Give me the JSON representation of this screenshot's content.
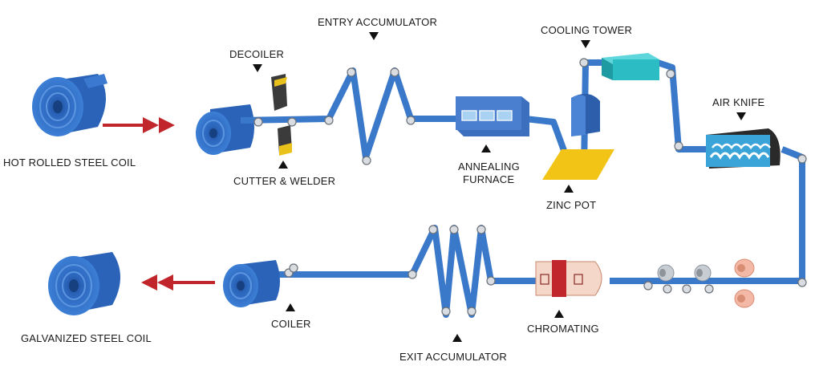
{
  "colors": {
    "strip": "#3a78c9",
    "strip_dark": "#22559a",
    "coil": "#2f6fc8",
    "arrow": "#c0262c",
    "zinc": "#f2c416",
    "cooling": "#2bbcc4",
    "furnace": "#4a7fcf",
    "chromating": "#f4d7c8",
    "chromating_band": "#c0262c",
    "roller": "#c8cdd3"
  },
  "labels": {
    "hot_rolled_coil": "HOT ROLLED STEEL COIL",
    "decoiler": "DECOILER",
    "cutter_welder": "CUTTER & WELDER",
    "entry_accumulator": "ENTRY ACCUMULATOR",
    "annealing_furnace_1": "ANNEALING",
    "annealing_furnace_2": "FURNACE",
    "cooling_tower": "COOLING TOWER",
    "zinc_pot": "ZINC POT",
    "air_knife": "AIR KNIFE",
    "chromating": "CHROMATING",
    "exit_accumulator": "EXIT ACCUMULATOR",
    "coiler": "COILER",
    "galvanized_coil": "GALVANIZED STEEL COIL"
  }
}
